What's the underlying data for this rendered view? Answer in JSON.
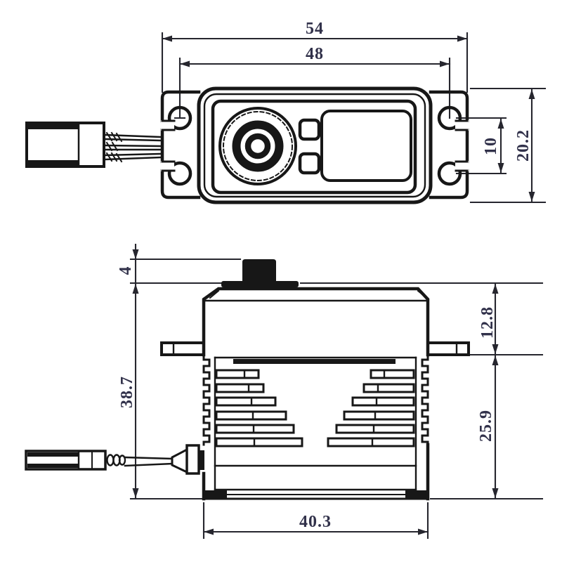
{
  "drawing": {
    "type": "technical-dimension-drawing",
    "subject": "RC servo outline drawing, top view and side view",
    "background": "#ffffff",
    "line_color": "#171717",
    "dim_text_color": "#31314a",
    "top_view": {
      "overall_width_mm": "54",
      "mounting_hole_span_mm": "48",
      "hole_offset_mm": "10",
      "body_width_mm": "20.2"
    },
    "side_view": {
      "shaft_height_mm": "4",
      "upper_height_mm": "12.8",
      "total_height_mm": "38.7",
      "lower_height_mm": "25.9",
      "case_length_mm": "40.3"
    }
  }
}
